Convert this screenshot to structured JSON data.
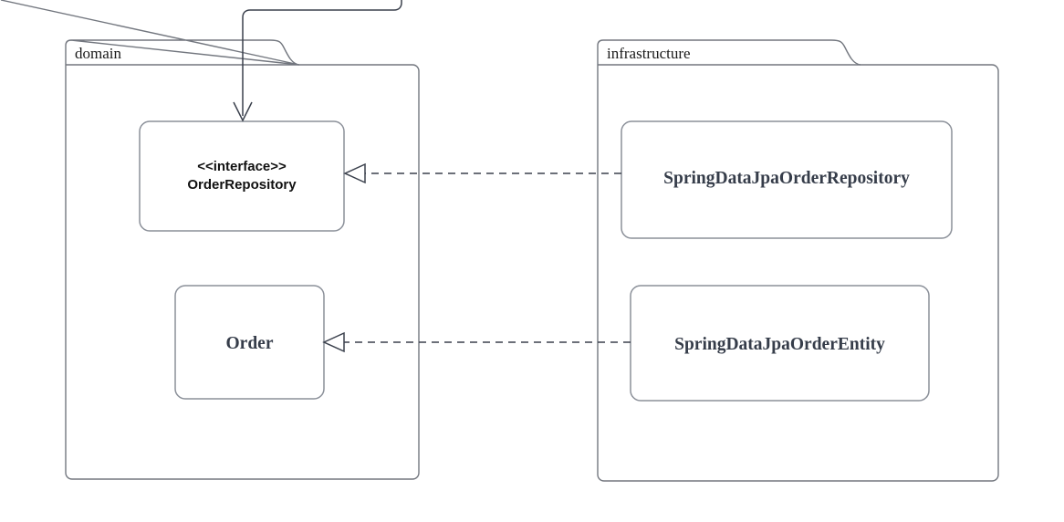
{
  "diagram": {
    "type": "uml-package-diagram",
    "background": "#ffffff",
    "stroke_color": "#3b414d",
    "package_stroke_color": "#73777f",
    "class_stroke_color": "#8b9099",
    "class_text_color": "#363d4a",
    "interface_text_color": "#111111",
    "packages": [
      {
        "id": "domain",
        "label": "domain",
        "tab_label": "domain"
      },
      {
        "id": "infrastructure",
        "label": "infrastructure",
        "tab_label": "infrastructure"
      }
    ],
    "classes": [
      {
        "id": "order-repository",
        "package": "domain",
        "stereotype": "<<interface>>",
        "name": "OrderRepository"
      },
      {
        "id": "order",
        "package": "domain",
        "stereotype": "",
        "name": "Order"
      },
      {
        "id": "spring-data-jpa-order-repository",
        "package": "infrastructure",
        "stereotype": "",
        "name": "SpringDataJpaOrderRepository"
      },
      {
        "id": "spring-data-jpa-order-entity",
        "package": "infrastructure",
        "stereotype": "",
        "name": "SpringDataJpaOrderEntity"
      }
    ],
    "connections": [
      {
        "id": "realization-repository",
        "from": "spring-data-jpa-order-repository",
        "to": "order-repository",
        "style": "dashed",
        "arrowhead": "hollow-triangle",
        "label": ""
      },
      {
        "id": "realization-entity",
        "from": "spring-data-jpa-order-entity",
        "to": "order",
        "style": "dashed",
        "arrowhead": "hollow-triangle",
        "label": ""
      },
      {
        "id": "incoming-dependency",
        "from": "",
        "to": "order-repository",
        "style": "solid",
        "arrowhead": "open-v",
        "label": ""
      }
    ]
  }
}
